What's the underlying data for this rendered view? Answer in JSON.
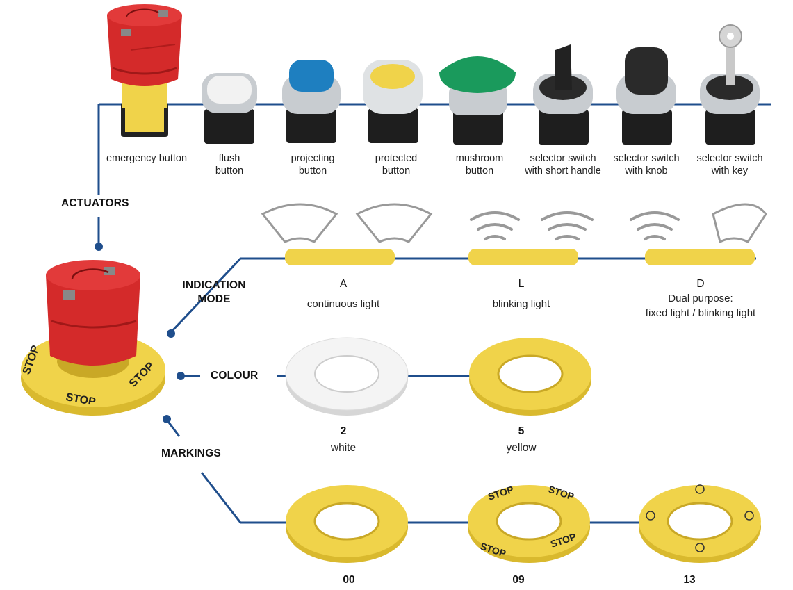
{
  "sections": {
    "actuators": "ACTUATORS",
    "indication_line1": "INDICATION",
    "indication_line2": "MODE",
    "colour": "COLOUR",
    "markings": "MARKINGS"
  },
  "actuators": [
    {
      "line1": "emergency button",
      "line2": ""
    },
    {
      "line1": "flush",
      "line2": "button"
    },
    {
      "line1": "projecting",
      "line2": "button"
    },
    {
      "line1": "protected",
      "line2": "button"
    },
    {
      "line1": "mushroom",
      "line2": "button"
    },
    {
      "line1": "selector switch",
      "line2": "with short handle"
    },
    {
      "line1": "selector switch",
      "line2": "with knob"
    },
    {
      "line1": "selector switch",
      "line2": "with key"
    }
  ],
  "indication_modes": [
    {
      "code": "A",
      "line1": "continuous light",
      "line2": "",
      "line3": ""
    },
    {
      "code": "L",
      "line1": "blinking light",
      "line2": "",
      "line3": ""
    },
    {
      "code": "D",
      "line1": "Dual purpose:",
      "line2": "fixed light / blinking light",
      "line3": ""
    }
  ],
  "colours": [
    {
      "code": "2",
      "name": "white"
    },
    {
      "code": "5",
      "name": "yellow"
    }
  ],
  "markings": [
    {
      "code": "00"
    },
    {
      "code": "09"
    },
    {
      "code": "13"
    }
  ],
  "ring_text": "STOP",
  "colors": {
    "wire": "#1f4e8c",
    "red": "#d42a2a",
    "yellow": "#f0d34a",
    "white": "#f2f2f2",
    "chrome": "#c8ccd0",
    "blue": "#1e7fc0",
    "green": "#1a9a5c",
    "black": "#222222"
  }
}
